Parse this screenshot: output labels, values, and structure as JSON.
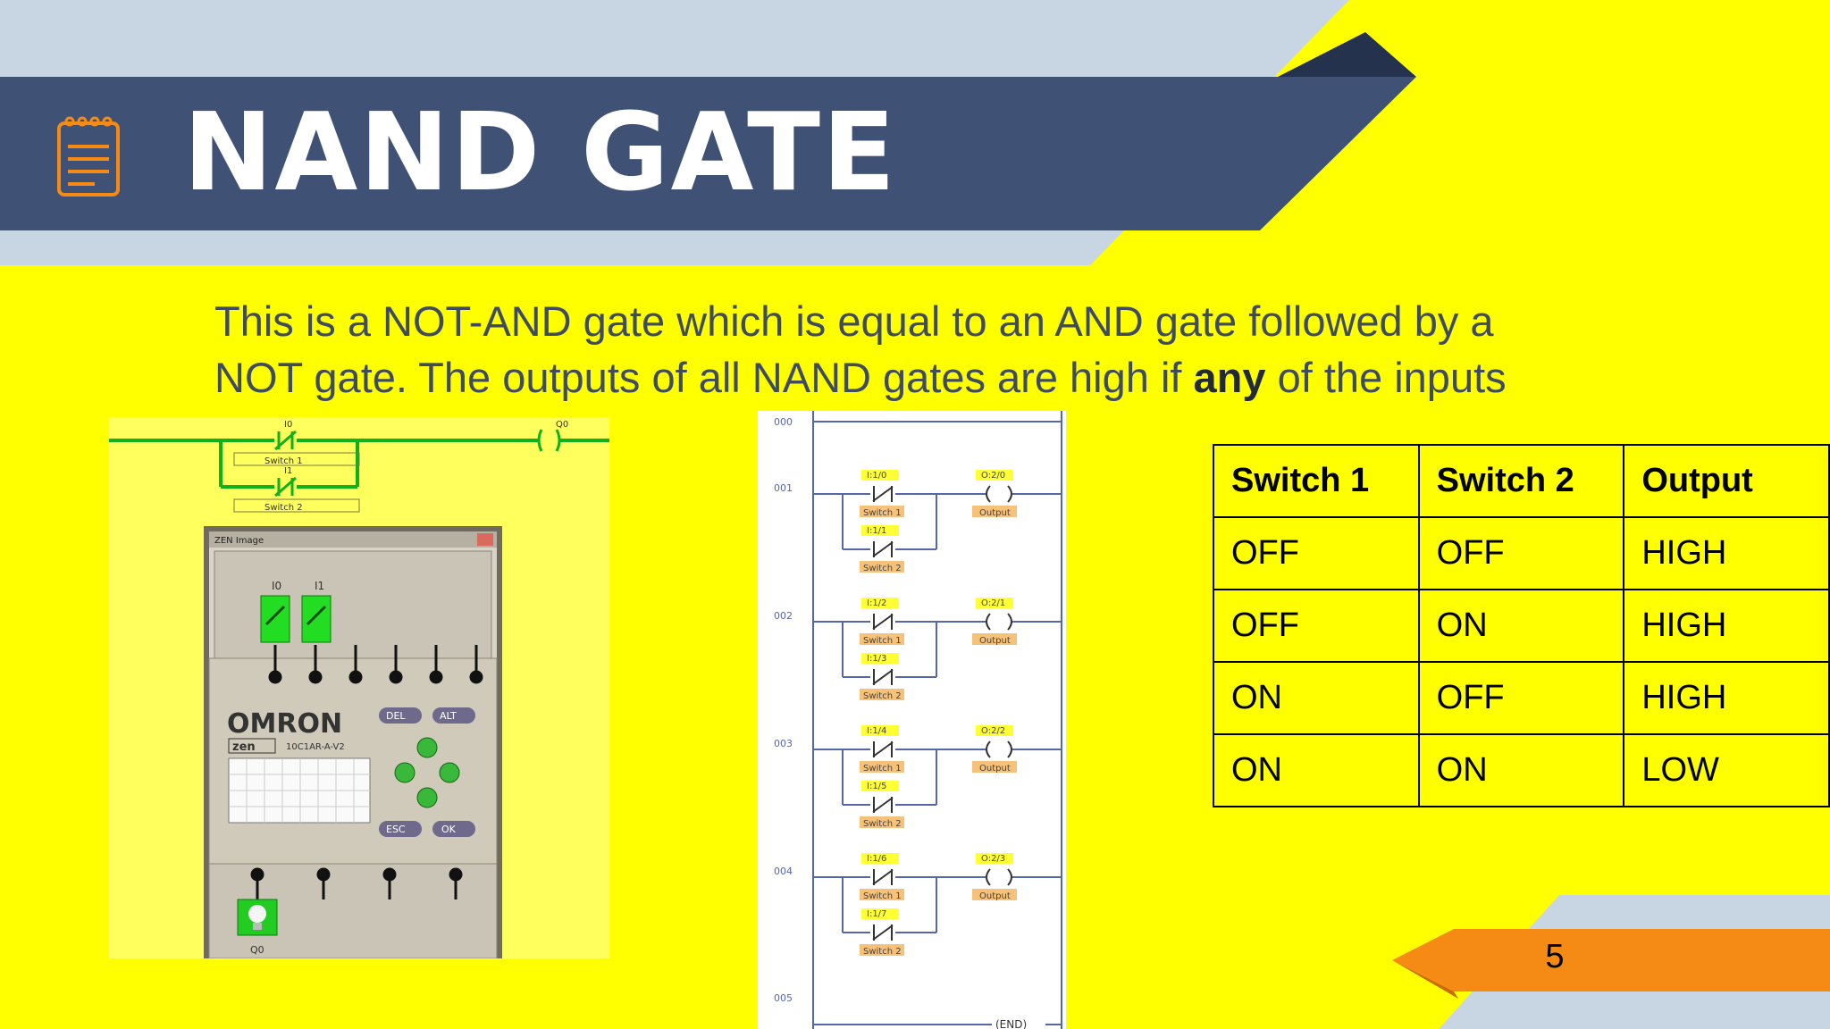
{
  "slide": {
    "title": "NAND GATE",
    "title_icon": "notepad-icon",
    "body_pre": "This is a NOT-AND gate which is equal to an AND gate followed by a NOT gate.  The outputs of all NAND gates are high if ",
    "body_bold": "any",
    "body_post": " of the inputs are low.",
    "page_number": "5"
  },
  "colors": {
    "background": "#ffff00",
    "title_band": "#3f5275",
    "light_band": "#c8d5e3",
    "accent_orange": "#f58a14"
  },
  "truth_table": {
    "headers": [
      "Switch 1",
      "Switch 2",
      "Output"
    ],
    "rows": [
      [
        "OFF",
        "OFF",
        "HIGH"
      ],
      [
        "OFF",
        "ON",
        "HIGH"
      ],
      [
        "ON",
        "OFF",
        "HIGH"
      ],
      [
        "ON",
        "ON",
        "LOW"
      ]
    ]
  },
  "left_figure": {
    "rung": {
      "in1": "I0",
      "in1_name": "Switch 1",
      "in2": "I1",
      "in2_name": "Switch 2",
      "out": "Q0"
    },
    "window_title": "ZEN Image",
    "brand": "OMRON",
    "model_logo": "zen",
    "model": "10C1AR-A-V2",
    "input_labels": [
      "I0",
      "I1"
    ],
    "buttons": [
      "DEL",
      "ALT",
      "ESC",
      "OK"
    ],
    "output_label": "Q0"
  },
  "ladder": {
    "rungs": [
      {
        "num": "000"
      },
      {
        "num": "001",
        "a": "I:1/0",
        "a_name": "Switch 1",
        "b": "I:1/1",
        "b_name": "Switch 2",
        "out": "O:2/0",
        "out_name": "Output"
      },
      {
        "num": "002",
        "a": "I:1/2",
        "a_name": "Switch 1",
        "b": "I:1/3",
        "b_name": "Switch 2",
        "out": "O:2/1",
        "out_name": "Output"
      },
      {
        "num": "003",
        "a": "I:1/4",
        "a_name": "Switch 1",
        "b": "I:1/5",
        "b_name": "Switch 2",
        "out": "O:2/2",
        "out_name": "Output"
      },
      {
        "num": "004",
        "a": "I:1/6",
        "a_name": "Switch 1",
        "b": "I:1/7",
        "b_name": "Switch 2",
        "out": "O:2/3",
        "out_name": "Output"
      },
      {
        "num": "005",
        "end": "END"
      }
    ]
  }
}
